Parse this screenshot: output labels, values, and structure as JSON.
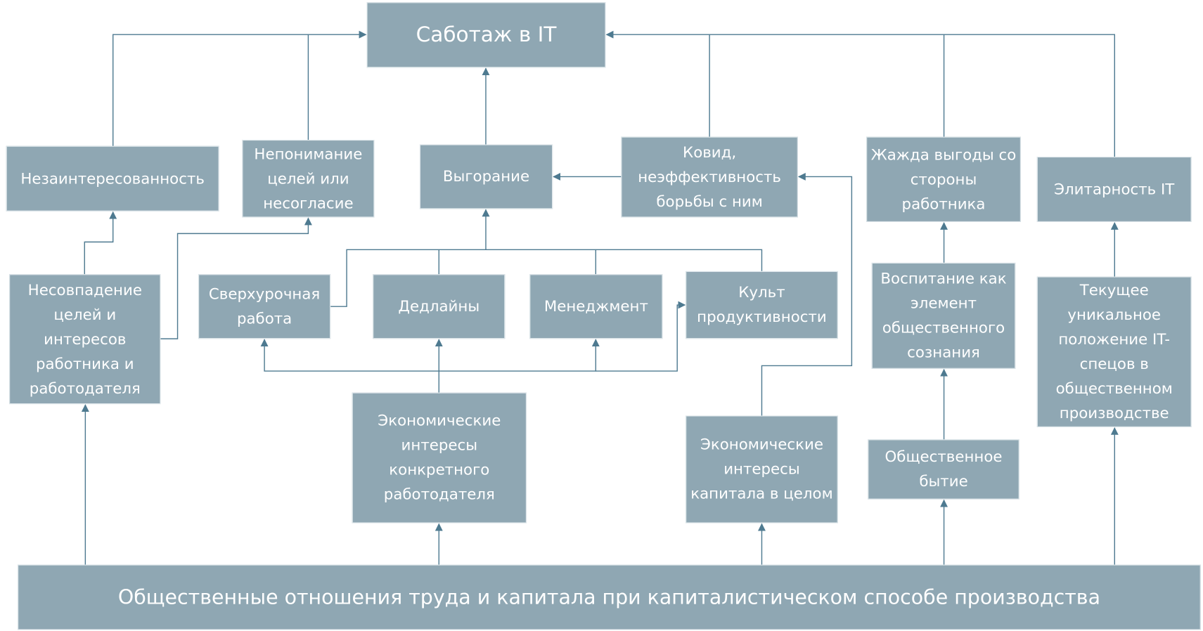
{
  "title": "Саботаж в IT",
  "nodes": {
    "disinterest": "Незаинтересованность",
    "misunderstanding": "Непонимание целей или несогласие",
    "burnout": "Выгорание",
    "covid": "Ковид, неэффективность борьбы с ним",
    "greed": "Жажда выгоды со стороны работника",
    "elitism": "Элитарность IT",
    "mismatch": "Несовпадение целей и интересов работника и работодателя",
    "overtime": "Сверхурочная работа",
    "deadlines": "Дедлайны",
    "management": "Менеджмент",
    "productivity_cult": "Культ продуктивности",
    "upbringing": "Воспитание как элемент общественного сознания",
    "unique_position": "Текущее уникальное положение IT-спецов в общественном производстве",
    "employer_interests": "Экономические интересы конкретного работодателя",
    "capital_interests": "Экономические интересы капитала в целом",
    "social_being": "Общественное бытие"
  },
  "base": "Общественные отношения труда и капитала при капиталистическом способе производства",
  "colors": {
    "box": "#8fa7b3",
    "line": "#4e7a90",
    "text": "#ffffff"
  }
}
